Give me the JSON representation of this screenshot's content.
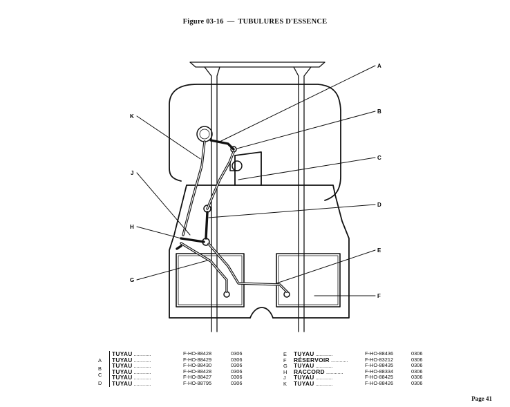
{
  "figure": {
    "number": "Figure 03-16",
    "separator": "—",
    "title": "TUBULURES D'ESSENCE"
  },
  "callouts": [
    "A",
    "B",
    "C",
    "D",
    "E",
    "F",
    "G",
    "H",
    "J",
    "K"
  ],
  "left_groups": [
    "A",
    "B",
    "C",
    "D"
  ],
  "parts_left": [
    {
      "name": "TUYAU",
      "ref": "F-HO-88428",
      "code": "0306"
    },
    {
      "name": "TUYAU",
      "ref": "F-HO-88429",
      "code": "0306"
    },
    {
      "name": "TUYAU",
      "ref": "F-HO-88430",
      "code": "0306"
    },
    {
      "name": "TUYAU",
      "ref": "F-HO-88428",
      "code": "0306"
    },
    {
      "name": "TUYAU",
      "ref": "F-HO-88427",
      "code": "0306"
    },
    {
      "name": "TUYAU",
      "ref": "F-HO-88795",
      "code": "0306"
    }
  ],
  "parts_right": [
    {
      "letter": "E",
      "name": "TUYAU",
      "ref": "F-HO-88436",
      "code": "0306"
    },
    {
      "letter": "F",
      "name": "RÉSERVOIR",
      "ref": "F-HO-83212",
      "code": "0306"
    },
    {
      "letter": "G",
      "name": "TUYAU",
      "ref": "F-HO-88435",
      "code": "0306"
    },
    {
      "letter": "H",
      "name": "RACCORD",
      "ref": "F-HO-88334",
      "code": "0306"
    },
    {
      "letter": "J",
      "name": "TUYAU",
      "ref": "F-HO-88425",
      "code": "0306"
    },
    {
      "letter": "K",
      "name": "TUYAU",
      "ref": "F-HO-88426",
      "code": "0306"
    }
  ],
  "leader_dots": "............",
  "page": "Page 41"
}
